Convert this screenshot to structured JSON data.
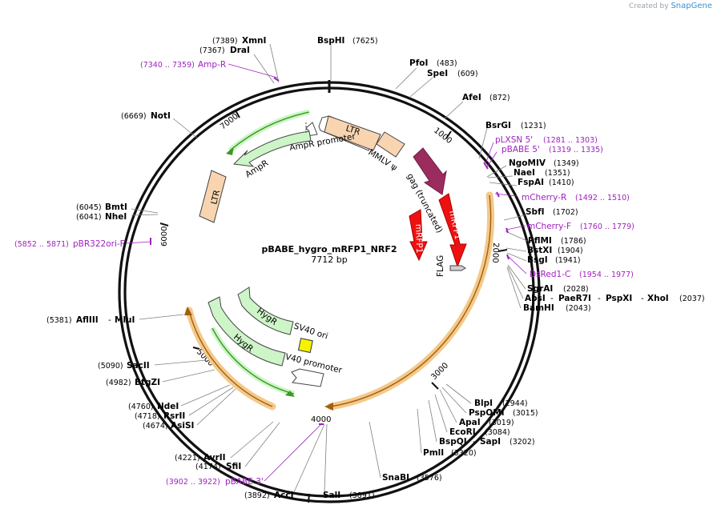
{
  "credit": {
    "prefix": "Created by",
    "brand": "SnapGene"
  },
  "plasmid": {
    "name": "pBABE_hygro_mRFP1_NRF2",
    "length": "7712 bp"
  },
  "ticks": [
    "1000",
    "2000",
    "3000",
    "4000",
    "5000",
    "6000",
    "7000"
  ],
  "enzymes": [
    {
      "name": "XmnI",
      "pos": "(7389)"
    },
    {
      "name": "DraI",
      "pos": "(7367)"
    },
    {
      "name": "BspHI",
      "pos": "(7625)"
    },
    {
      "name": "PfoI",
      "pos": "(483)"
    },
    {
      "name": "SpeI",
      "pos": "(609)"
    },
    {
      "name": "AfeI",
      "pos": "(872)"
    },
    {
      "name": "BsrGI",
      "pos": "(1231)"
    },
    {
      "name": "NgoMIV",
      "pos": "(1349)"
    },
    {
      "name": "NaeI",
      "pos": "(1351)"
    },
    {
      "name": "FspAI",
      "pos": "(1410)"
    },
    {
      "name": "SbfI",
      "pos": "(1702)"
    },
    {
      "name": "PflMI",
      "pos": "(1786)"
    },
    {
      "name": "BstXI",
      "pos": "(1904)"
    },
    {
      "name": "BsgI",
      "pos": "(1941)"
    },
    {
      "name": "SgrAI",
      "pos": "(2028)"
    },
    {
      "name": "AbsI",
      "pos": ""
    },
    {
      "name": "PaeR7I",
      "pos": ""
    },
    {
      "name": "PspXI",
      "pos": ""
    },
    {
      "name": "XhoI",
      "pos": "(2037)"
    },
    {
      "name": "BamHI",
      "pos": "(2043)"
    },
    {
      "name": "BlpI",
      "pos": "(2944)"
    },
    {
      "name": "PspOMI",
      "pos": "(3015)"
    },
    {
      "name": "ApaI",
      "pos": "(3019)"
    },
    {
      "name": "EcoRI",
      "pos": "(3084)"
    },
    {
      "name": "BspQI",
      "pos": ""
    },
    {
      "name": "SapI",
      "pos": "(3202)"
    },
    {
      "name": "PmlI",
      "pos": "(3320)"
    },
    {
      "name": "SnaBI",
      "pos": "(3576)"
    },
    {
      "name": "SalI",
      "pos": "(3891)"
    },
    {
      "name": "AccI",
      "pos": "(3892)"
    },
    {
      "name": "SfiI",
      "pos": "(4174)"
    },
    {
      "name": "AvrII",
      "pos": "(4221)"
    },
    {
      "name": "AsiSI",
      "pos": "(4674)"
    },
    {
      "name": "RsrII",
      "pos": "(4718)"
    },
    {
      "name": "NdeI",
      "pos": "(4760)"
    },
    {
      "name": "BtgZI",
      "pos": "(4982)"
    },
    {
      "name": "SacII",
      "pos": "(5090)"
    },
    {
      "name": "AflIII",
      "pos": "(5381)"
    },
    {
      "name": "MluI",
      "pos": ""
    },
    {
      "name": "NheI",
      "pos": "(6041)"
    },
    {
      "name": "BmtI",
      "pos": "(6045)"
    },
    {
      "name": "NotI",
      "pos": "(6669)"
    }
  ],
  "primers": [
    {
      "name": "Amp-R",
      "range": "(7340 .. 7359)"
    },
    {
      "name": "pLXSN 5'",
      "range": "(1281 .. 1303)"
    },
    {
      "name": "pBABE 5'",
      "range": "(1319 .. 1335)"
    },
    {
      "name": "mCherry-R",
      "range": "(1492 .. 1510)"
    },
    {
      "name": "mCherry-F",
      "range": "(1760 .. 1779)"
    },
    {
      "name": "DsRed1-C",
      "range": "(1954 .. 1977)"
    },
    {
      "name": "pBABE 3'",
      "range": "(3902 .. 3922)"
    },
    {
      "name": "pBR322ori-F",
      "range": "(5852 .. 5871)"
    }
  ],
  "features": {
    "ltr1": "LTR",
    "mmlv": "MMLV ψ",
    "gag": "gag (truncated)",
    "mrfp1_a": "mRFP1",
    "mrfp1_b": "mRFP1",
    "flag": "FLAG",
    "sv40ori": "SV40 ori",
    "sv40prom": "SV40 promoter",
    "hygr_a": "HygR",
    "hygr_b": "HygR",
    "ampprom": "AmpR promoter",
    "ampr": "AmpR",
    "ltr2": "LTR"
  },
  "colors": {
    "ltr": "#f8d5b0",
    "gag": "#9c2c5e",
    "mrfp1": "#ee1111",
    "green_fill": "#cdf5c8",
    "green_line": "#3a9a1e",
    "orange_band": "#f4c98a",
    "sv40ori": "#f5f200",
    "primer": "#a020c0"
  }
}
